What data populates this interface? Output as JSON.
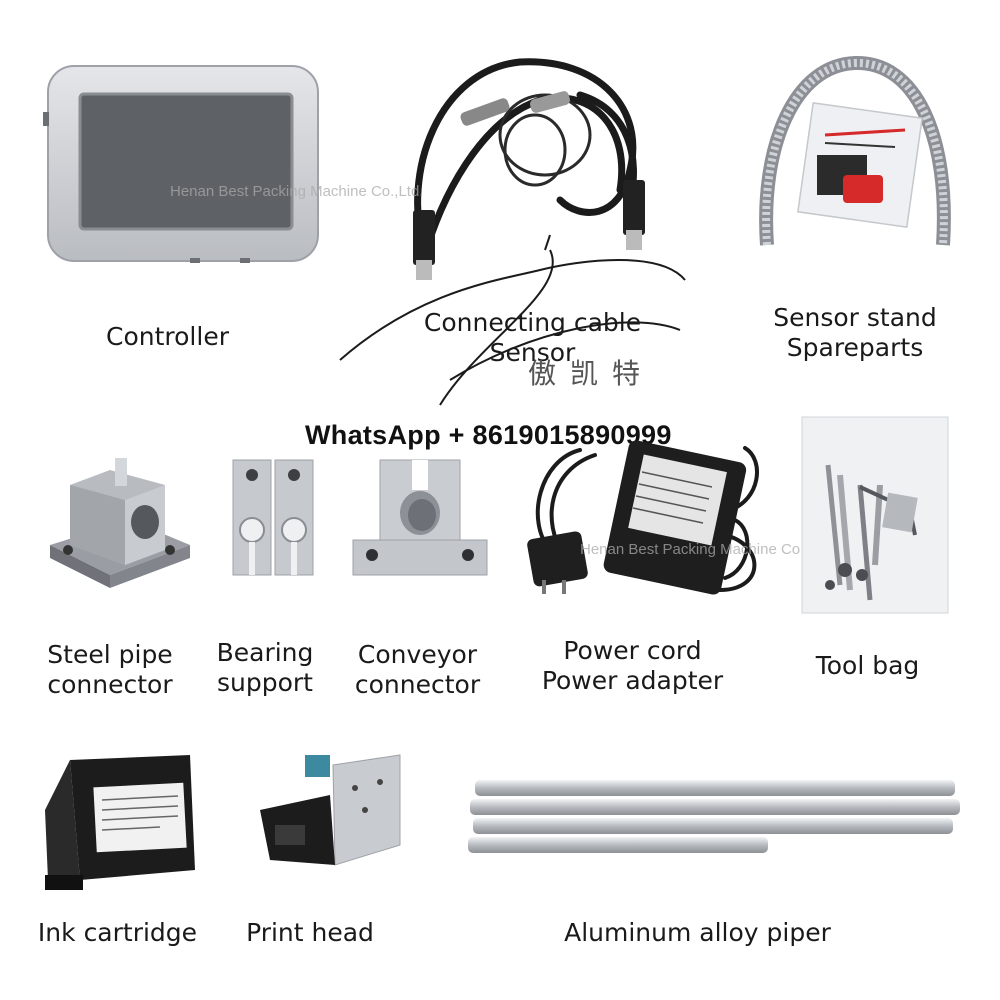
{
  "watermarks": {
    "top": "Henan Best Packing Machine Co.,Ltd.",
    "middle": "Henan Best Packing Machine Co.,Ltd."
  },
  "contact": {
    "whatsapp": "WhatsApp + 8619015890999"
  },
  "brand_mark": "傲凯特",
  "items": {
    "controller": {
      "label": "Controller"
    },
    "cable": {
      "line1": "Connecting cable",
      "line2": "Sensor"
    },
    "sensor_stand": {
      "line1": "Sensor stand",
      "line2": "Spareparts"
    },
    "steel_pipe": {
      "line1": "Steel pipe",
      "line2": "connector"
    },
    "bearing": {
      "line1": "Bearing",
      "line2": "support"
    },
    "conveyor": {
      "line1": "Conveyor",
      "line2": "connector"
    },
    "power": {
      "line1": "Power cord",
      "line2": "Power adapter"
    },
    "tool_bag": {
      "label": "Tool bag"
    },
    "ink": {
      "label": "Ink cartridge"
    },
    "print_head": {
      "label": "Print head"
    },
    "pipes": {
      "label": "Aluminum alloy piper"
    }
  },
  "colors": {
    "aluminum": "#c9ccd0",
    "screen": "#5e6166",
    "cable": "#1b1b1b",
    "accent_red": "#d62a2a"
  }
}
